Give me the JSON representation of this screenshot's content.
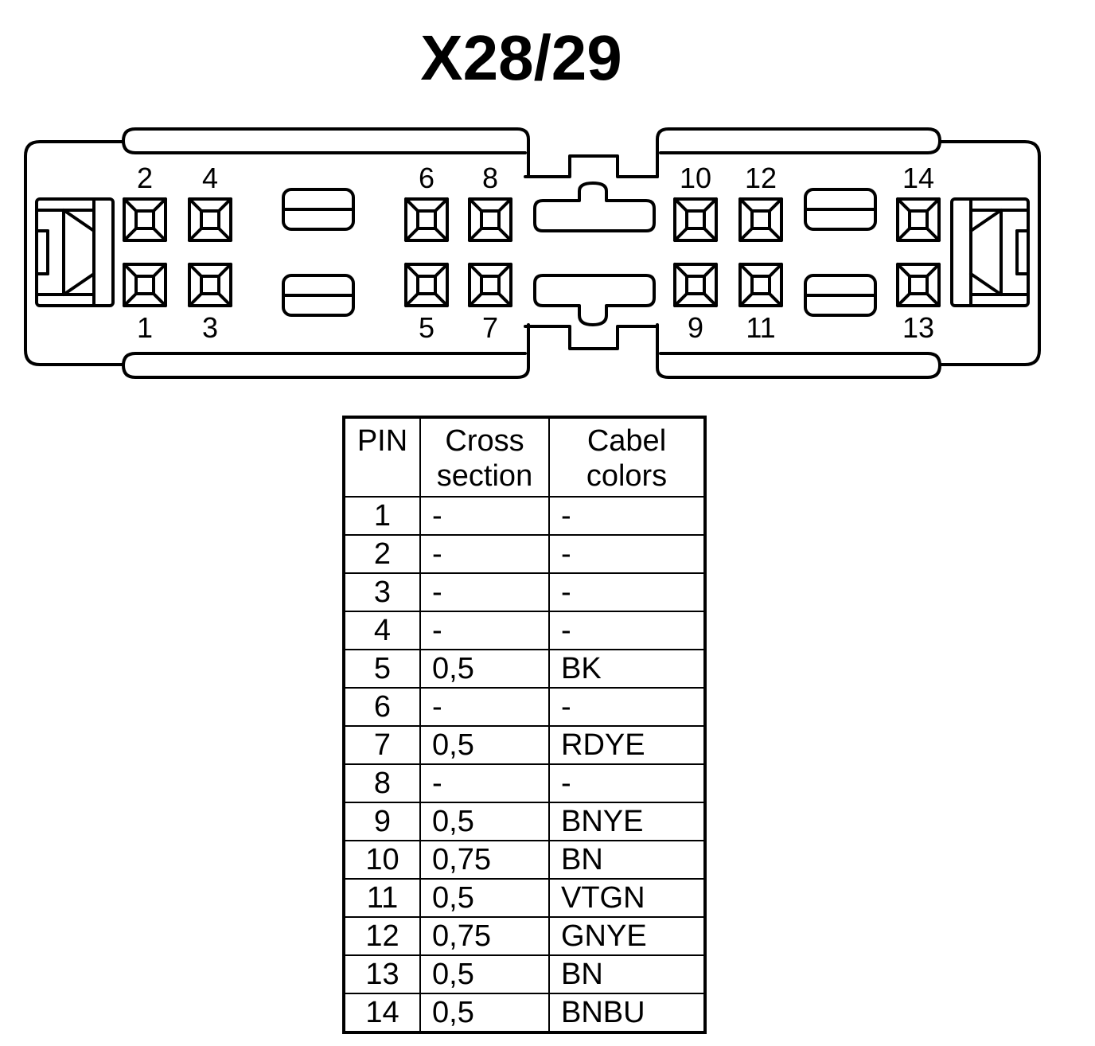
{
  "title": "X28/29",
  "pin_labels": {
    "top": [
      "2",
      "4",
      "6",
      "8",
      "10",
      "12",
      "14"
    ],
    "bottom": [
      "1",
      "3",
      "5",
      "7",
      "9",
      "11",
      "13"
    ]
  },
  "table": {
    "headers": {
      "pin": "PIN",
      "cross_line1": "Cross",
      "cross_line2": "section",
      "color_line1": "Cabel",
      "color_line2": "colors"
    },
    "rows": [
      {
        "pin": "1",
        "cross": "-",
        "color": "-"
      },
      {
        "pin": "2",
        "cross": "-",
        "color": "-"
      },
      {
        "pin": "3",
        "cross": "-",
        "color": "-"
      },
      {
        "pin": "4",
        "cross": "-",
        "color": "-"
      },
      {
        "pin": "5",
        "cross": "0,5",
        "color": "BK"
      },
      {
        "pin": "6",
        "cross": "-",
        "color": "-"
      },
      {
        "pin": "7",
        "cross": "0,5",
        "color": "RDYE"
      },
      {
        "pin": "8",
        "cross": "-",
        "color": "-"
      },
      {
        "pin": "9",
        "cross": "0,5",
        "color": "BNYE"
      },
      {
        "pin": "10",
        "cross": "0,75",
        "color": "BN"
      },
      {
        "pin": "11",
        "cross": "0,5",
        "color": "VTGN"
      },
      {
        "pin": "12",
        "cross": "0,75",
        "color": "GNYE"
      },
      {
        "pin": "13",
        "cross": "0,5",
        "color": "BN"
      },
      {
        "pin": "14",
        "cross": "0,5",
        "color": "BNBU"
      }
    ]
  }
}
